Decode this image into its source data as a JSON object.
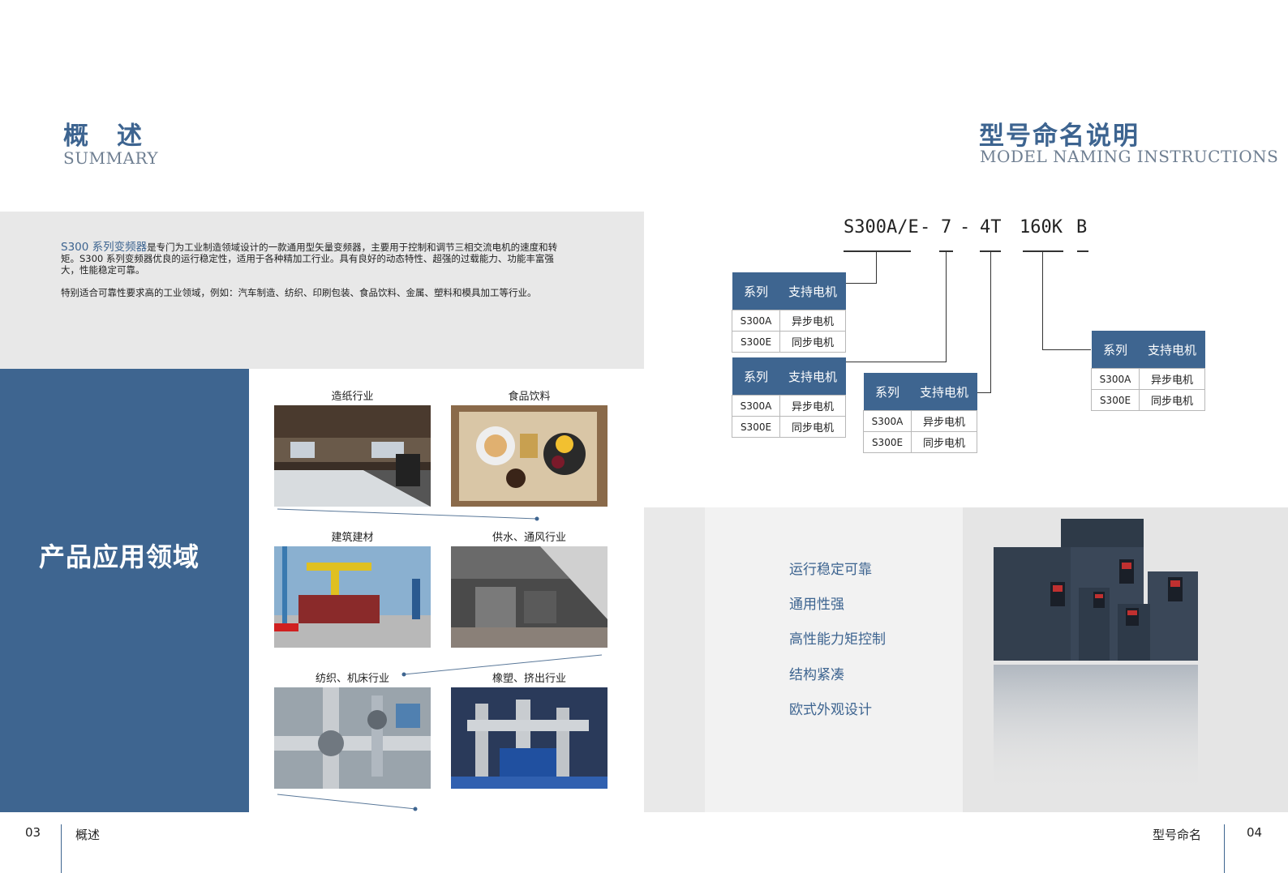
{
  "summary": {
    "title_cn": "概　述",
    "title_en": "SUMMARY",
    "lead": "S300 系列变频器",
    "para1_rest": "是专门为工业制造领域设计的一款通用型矢量变频器，主要用于控制和调节三相交流电机的速度和转矩。S300 系列变频器优良的运行稳定性，适用于各种精加工行业。具有良好的动态特性、超强的过载能力、功能丰富强大，性能稳定可靠。",
    "para2": "特别适合可靠性要求高的工业领域，例如：汽车制造、纺织、印刷包装、食品饮料、金属、塑料和模具加工等行业。"
  },
  "applications": {
    "title": "产品应用领域",
    "items": [
      {
        "caption": "造纸行业"
      },
      {
        "caption": "食品饮料"
      },
      {
        "caption": "建筑建材"
      },
      {
        "caption": "供水、通风行业"
      },
      {
        "caption": "纺织、机床行业"
      },
      {
        "caption": "橡塑、挤出行业"
      }
    ]
  },
  "naming": {
    "title_cn": "型号命名说明",
    "title_en": "MODEL NAMING INSTRUCTIONS",
    "code_parts": [
      "S300A/E",
      "-",
      "7",
      "-",
      "4T",
      "160K",
      "B"
    ],
    "table_header": [
      "系列",
      "支持电机"
    ],
    "table_rows": [
      [
        "S300A",
        "异步电机"
      ],
      [
        "S300E",
        "同步电机"
      ]
    ]
  },
  "features": {
    "items": [
      "运行稳定可靠",
      "通用性强",
      "高性能力矩控制",
      "结构紧凑",
      "欧式外观设计"
    ]
  },
  "footer": {
    "left_page": "03",
    "left_label": "概述",
    "right_label": "型号命名",
    "right_page": "04"
  },
  "colors": {
    "brand_blue": "#3e6590",
    "summary_bg": "#e8e8e8"
  }
}
